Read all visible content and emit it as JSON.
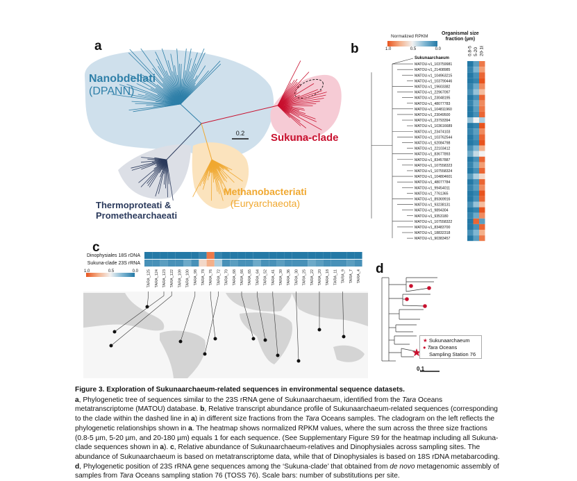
{
  "panels": {
    "a": {
      "letter": "a",
      "scale_bar_label": "0.2",
      "groups": {
        "nanobdellati_line1": "Nanobdellati",
        "nanobdellati_line2": "(DPANN)",
        "sukuna": "Sukuna-clade",
        "thermo_line1": "Thermoproteati &",
        "thermo_line2": "Promethearchaeati",
        "methano_line1": "Methanobacteriati",
        "methano_line2": "(Euryarchaeota)"
      },
      "colors": {
        "nanobdellati": "#2e7fa8",
        "sukuna": "#c8102e",
        "thermo": "#2b3a5c",
        "methano": "#f0a830"
      }
    },
    "b": {
      "letter": "b",
      "legend_title": "Normalized RPKM",
      "legend_ticks": [
        "1.0",
        "0.5",
        "0.0"
      ],
      "size_title_line1": "Organismal size",
      "size_title_line2": "fraction (µm)",
      "size_columns": [
        "0.8-5",
        "5-20",
        "20-180"
      ],
      "first_label": "Sukunaarchaeum",
      "sequences": [
        "MATOU-v1_103759981",
        "MATOU-v1_21408985",
        "MATOU-v1_104963215",
        "MATOU-v1_103790446",
        "MATOU-v1_19603382",
        "MATOU-v1_22967097",
        "MATOU-v1_23048195",
        "MATOU-v1_48077783",
        "MATOU-v1_104811960",
        "MATOU-v1_23049500",
        "MATOU-v1_23793394",
        "MATOU-v1_103616689",
        "MATOU-v1_23474103",
        "MATOU-v1_103762544",
        "MATOU-v1_62084798",
        "MATOU-v1_22103412",
        "MATOU-v1_83677893",
        "MATOU-v1_83457887",
        "MATOU-v1_107558323",
        "MATOU-v1_107558324",
        "MATOU-v1_104804601",
        "MATOU-v1_48077784",
        "MATOU-v1_99454011",
        "MATOU-v1_7761365",
        "MATOU-v1_89369916",
        "MATOU-v1_93238131",
        "MATOU-v1_9894304",
        "MATOU-v1_9353180",
        "MATOU-v1_107558322",
        "MATOU-v1_83483700",
        "MATOU-v1_18832318",
        "MATOU-v1_90383457"
      ],
      "heatmap": [
        [
          0.0,
          0.15,
          0.9
        ],
        [
          0.05,
          0.25,
          0.8
        ],
        [
          0.0,
          0.1,
          0.95
        ],
        [
          0.0,
          0.05,
          1.0
        ],
        [
          0.05,
          0.2,
          0.85
        ],
        [
          0.1,
          0.3,
          0.7
        ],
        [
          0.0,
          0.1,
          0.95
        ],
        [
          0.05,
          0.2,
          0.85
        ],
        [
          0.0,
          0.15,
          0.9
        ],
        [
          0.0,
          0.1,
          0.95
        ],
        [
          0.3,
          0.5,
          0.35
        ],
        [
          0.0,
          0.05,
          1.0
        ],
        [
          0.05,
          0.15,
          0.85
        ],
        [
          0.0,
          0.1,
          0.95
        ],
        [
          0.0,
          0.05,
          1.0
        ],
        [
          0.1,
          0.25,
          0.75
        ],
        [
          0.2,
          0.4,
          0.5
        ],
        [
          0.0,
          0.1,
          0.95
        ],
        [
          0.05,
          0.2,
          0.8
        ],
        [
          0.0,
          0.1,
          0.95
        ],
        [
          0.15,
          0.35,
          0.6
        ],
        [
          0.0,
          0.1,
          0.95
        ],
        [
          0.05,
          0.15,
          0.85
        ],
        [
          0.0,
          0.05,
          1.0
        ],
        [
          0.0,
          0.1,
          0.95
        ],
        [
          0.1,
          0.3,
          0.7
        ],
        [
          0.0,
          0.05,
          1.0
        ],
        [
          0.05,
          0.2,
          0.85
        ],
        [
          0.0,
          0.95,
          0.15
        ],
        [
          0.0,
          0.1,
          0.95
        ],
        [
          0.1,
          0.25,
          0.75
        ],
        [
          0.0,
          0.15,
          0.9
        ]
      ]
    },
    "c": {
      "letter": "c",
      "row_labels": [
        "Dinophysiales 18S rDNA",
        "Sukuna-clade 23S rRNA"
      ],
      "legend_ticks": [
        "1.0",
        "0.5",
        "0.0"
      ],
      "stations": [
        "TARA_125",
        "TARA_124",
        "TARA_123",
        "TARA_122",
        "TARA_109",
        "TARA_100",
        "TARA_98",
        "TARA_78",
        "TARA_76",
        "TARA_72",
        "TARA_70",
        "TARA_68",
        "TARA_66",
        "TARA_65",
        "TARA_64",
        "TARA_52",
        "TARA_41",
        "TARA_39",
        "TARA_36",
        "TARA_30",
        "TARA_25",
        "TARA_22",
        "TARA_20",
        "TARA_18",
        "TARA_11",
        "TARA_9",
        "TARA_7",
        "TARA_4"
      ],
      "row_dino": [
        0.0,
        0.0,
        0.0,
        0.0,
        0.0,
        0.0,
        0.0,
        0.05,
        0.9,
        0.05,
        0.0,
        0.0,
        0.0,
        0.0,
        0.0,
        0.0,
        0.0,
        0.0,
        0.0,
        0.0,
        0.0,
        0.0,
        0.0,
        0.0,
        0.0,
        0.0,
        0.0,
        0.0
      ],
      "row_sukuna": [
        0.1,
        0.1,
        0.15,
        0.1,
        0.1,
        0.2,
        0.1,
        0.6,
        0.75,
        0.35,
        0.1,
        0.15,
        0.1,
        0.1,
        0.2,
        0.1,
        0.1,
        0.15,
        0.1,
        0.1,
        0.1,
        0.2,
        0.15,
        0.1,
        0.1,
        0.1,
        0.15,
        0.1
      ]
    },
    "d": {
      "letter": "d",
      "legend_item1": "Sukunaarchaeum",
      "legend_item2_italic": "Tara",
      "legend_item2_rest": " Oceans",
      "legend_item2_line2": "Sampling Station 76",
      "scale_bar_label": "0.1"
    }
  },
  "caption": {
    "title": "Figure 3. Exploration of Sukunaarchaeum-related sequences in environmental sequence datasets.",
    "p1_a": "a",
    "p1_text1": ", Phylogenetic tree of sequences similar to the 23S rRNA gene of Sukunaarchaeum, identified from the ",
    "p1_tara1": "Tara",
    "p1_text2": " Oceans metatranscriptome (MATOU) database. ",
    "p1_b": "b",
    "p1_text3": ", Relative transcript abundance profile of Sukunaarchaeum-related sequences (corresponding to the clade within the dashed line in ",
    "p1_a2": "a",
    "p1_text4": ") in different size fractions from the ",
    "p1_tara2": "Tara",
    "p1_text5": " Oceans samples. The cladogram on the left reflects the phylogenetic relationships shown in ",
    "p1_a3": "a",
    "p1_text6": ". The heatmap shows normalized RPKM values, where the sum across the three size fractions (0.8-5 µm, 5-20 µm, and 20-180 µm) equals 1 for each sequence. (See Supplementary Figure S9 for the heatmap including all Sukuna-clade sequences shown in ",
    "p1_a4": "a",
    "p1_text7": "). ",
    "p1_c": "c",
    "p1_text8": ", Relative abundance of Sukunaarchaeum-relatives and Dinophysiales across sampling sites. The abundance of Sukunaarchaeum is based on metatranscriptome data, while that of Dinophysiales is based on 18S rDNA metabarcoding. ",
    "p1_d": "d",
    "p1_text9": ", Phylogenetic position of 23S rRNA gene sequences among the ‘Sukuna-clade’ that obtained from ",
    "p1_denovo": "de novo",
    "p1_text10": " metagenomic assembly of samples from ",
    "p1_tara3": "Tara",
    "p1_text11": " Oceans sampling station 76 (TOSS 76). Scale bars: number of substitutions per site."
  }
}
